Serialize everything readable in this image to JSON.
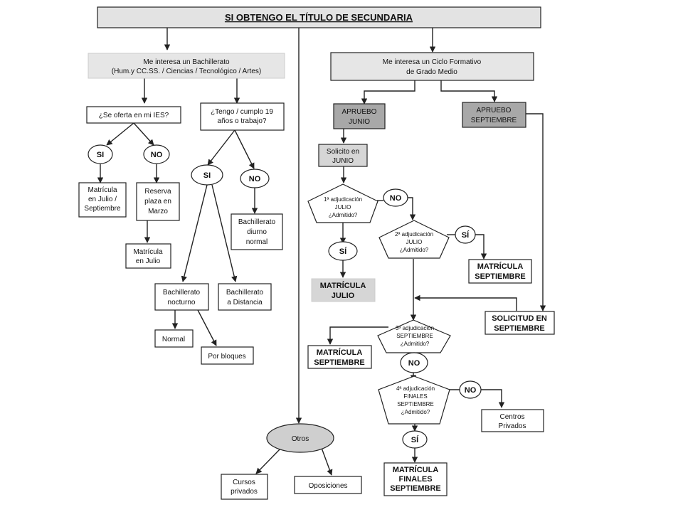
{
  "title": "SI OBTENGO EL TÍTULO DE SECUNDARIA",
  "bachillerato": {
    "header": [
      "Me interesa un Bachillerato",
      "(Hum.y CC.SS. / Ciencias / Tecnológico / Artes)"
    ],
    "ies_question": "¿Se oferta en mi IES?",
    "ies_si": "SI",
    "ies_no": "NO",
    "matricula_julio_sept": [
      "Matrícula",
      "en Julio /",
      "Septiembre"
    ],
    "reserva_plaza": [
      "Reserva",
      "plaza en",
      "Marzo"
    ],
    "matricula_julio": [
      "Matrícula",
      "en Julio"
    ],
    "age_question": [
      "¿Tengo / cumplo 19",
      "años o trabajo?"
    ],
    "age_si": "SI",
    "age_no": "NO",
    "bach_diurno": [
      "Bachillerato",
      "diurno",
      "normal"
    ],
    "bach_nocturno": [
      "Bachillerato",
      "nocturno"
    ],
    "bach_distancia": [
      "Bachillerato",
      "a Distancia"
    ],
    "normal": "Normal",
    "por_bloques": "Por bloques"
  },
  "ciclo": {
    "header": [
      "Me interesa un Ciclo Formativo",
      "de Grado Medio"
    ],
    "apruebo_junio": [
      "APRUEBO",
      "JUNIO"
    ],
    "apruebo_septiembre": [
      "APRUEBO",
      "SEPTIEMBRE"
    ],
    "solicito_junio": [
      "Solicito en",
      "JUNIO"
    ],
    "adj1": [
      "1ª adjudicación",
      "JULIO",
      "¿Admitido?"
    ],
    "adj1_no": "NO",
    "adj1_si": "SÍ",
    "matricula_julio": [
      "MATRÍCULA",
      "JULIO"
    ],
    "adj2": [
      "2ª adjudicación",
      "JULIO",
      "¿Admitido?"
    ],
    "adj2_si": "SÍ",
    "matricula_sept_a": [
      "MATRÍCULA",
      "SEPTIEMBRE"
    ],
    "solicitud_sept": [
      "SOLICITUD EN",
      "SEPTIEMBRE"
    ],
    "adj3": [
      "3ª adjudicación",
      "SEPTIEMBRE",
      "¿Admitido?"
    ],
    "matricula_sept_b": [
      "MATRÍCULA",
      "SEPTIEMBRE"
    ],
    "adj3_no": "NO",
    "adj4": [
      "4ª adjudicación",
      "FINALES",
      "SEPTIEMBRE",
      "¿Admitido?"
    ],
    "adj4_no": "NO",
    "centros_privados": [
      "Centros",
      "Privados"
    ],
    "adj4_si": "SÍ",
    "matricula_finales": [
      "MATRÍCULA",
      "FINALES",
      "SEPTIEMBRE"
    ]
  },
  "otros": {
    "label": "Otros",
    "cursos_privados": [
      "Cursos",
      "privados"
    ],
    "oposiciones": "Oposiciones"
  },
  "colors": {
    "line": "#222222",
    "title_fill": "#e3e3e3",
    "header_fill": "#e6e6e6",
    "dark_fill": "#a8a8a8",
    "light_fill": "#d6d6d6",
    "otros_fill": "#cfcfcf",
    "box_fill": "#ffffff"
  }
}
